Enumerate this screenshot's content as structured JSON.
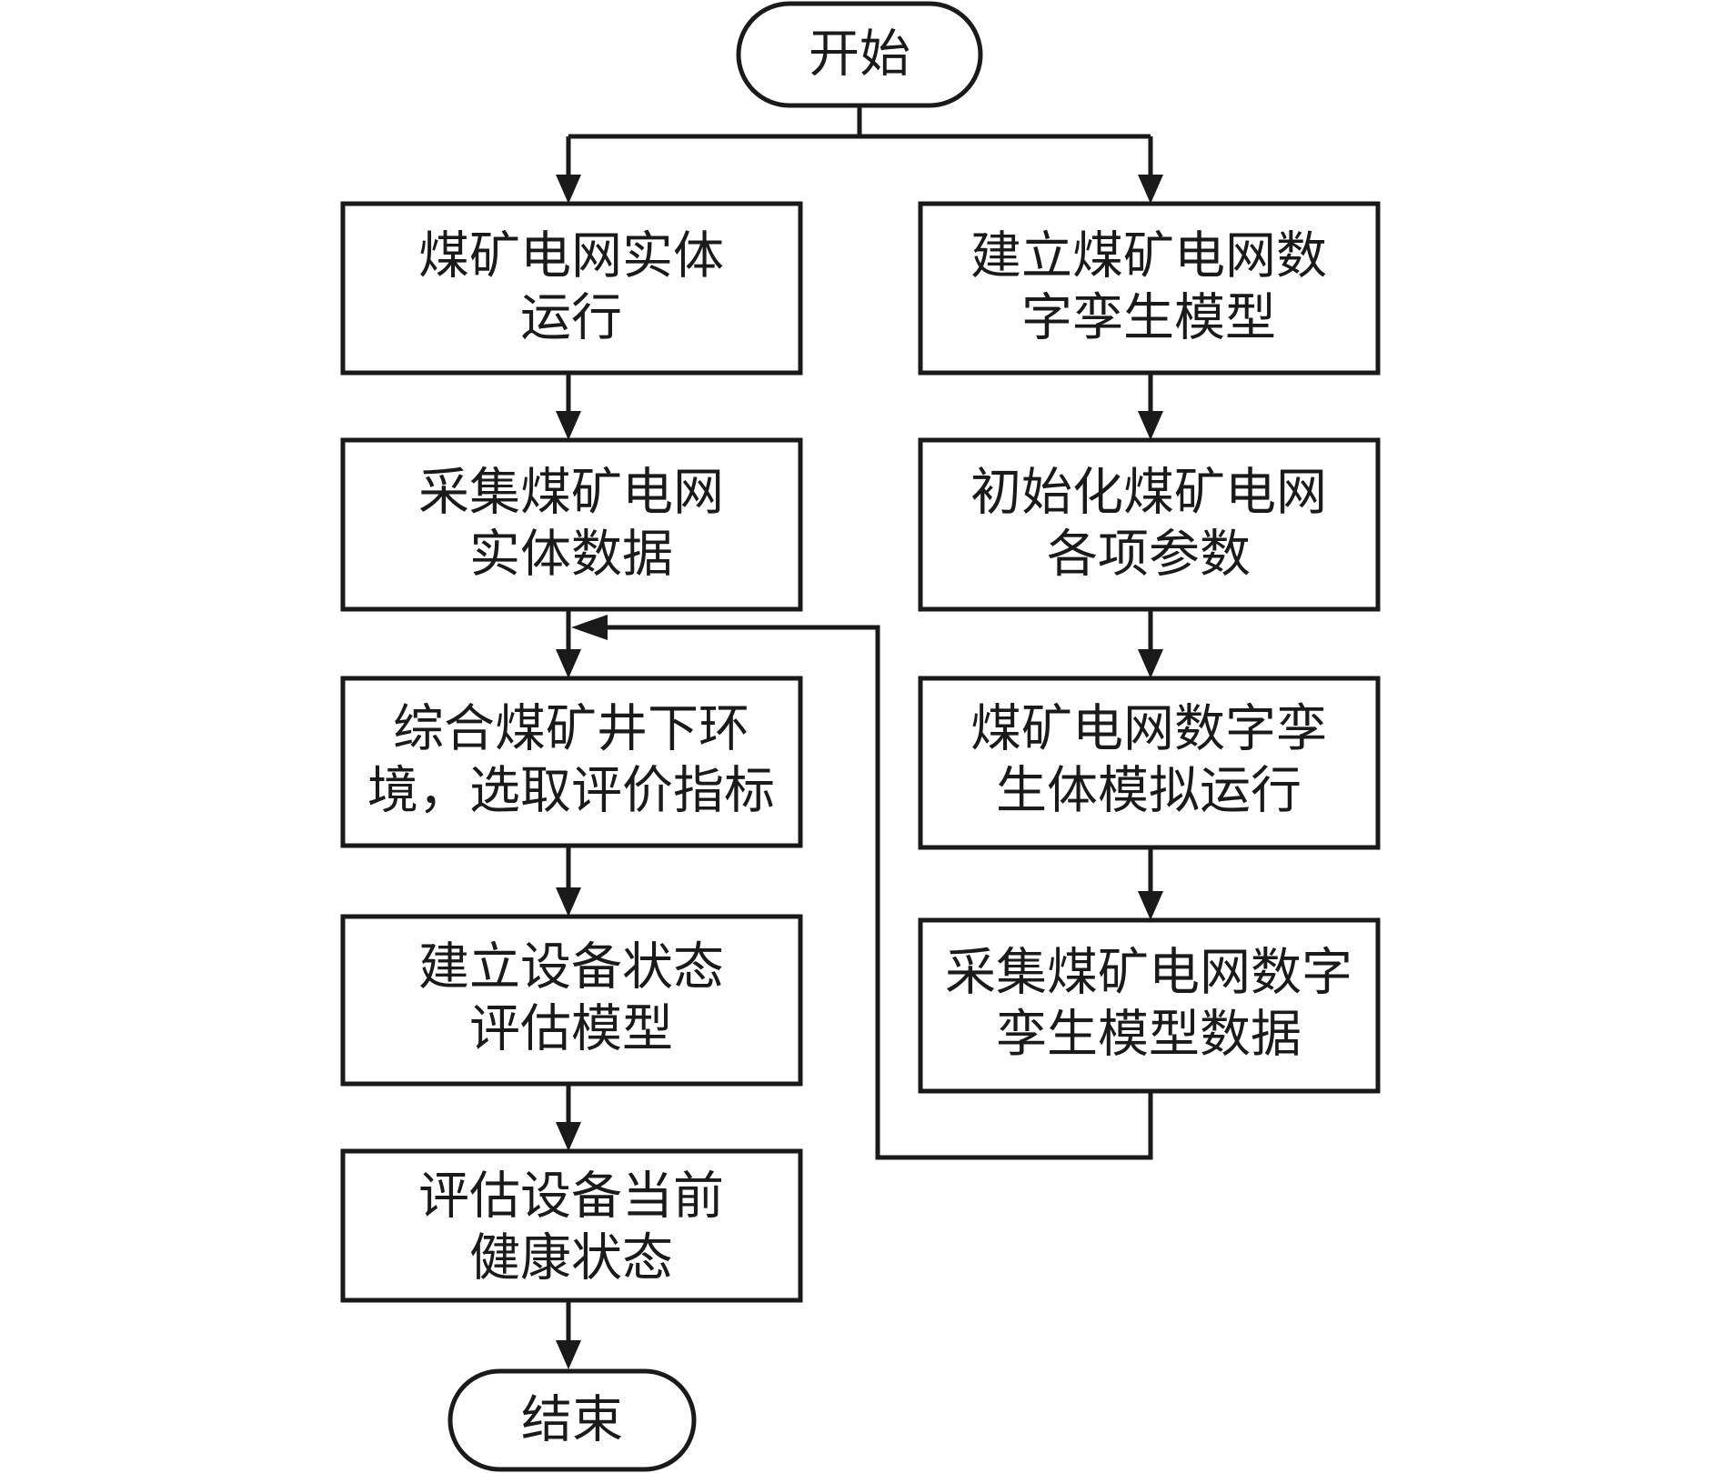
{
  "diagram": {
    "start": "开始",
    "end": "结束",
    "left": [
      [
        "煤矿电网实体",
        "运行"
      ],
      [
        "采集煤矿电网",
        "实体数据"
      ],
      [
        "综合煤矿井下环",
        "境，选取评价指标"
      ],
      [
        "建立设备状态",
        "评估模型"
      ],
      [
        "评估设备当前",
        "健康状态"
      ]
    ],
    "right": [
      [
        "建立煤矿电网数",
        "字孪生模型"
      ],
      [
        "初始化煤矿电网",
        "各项参数"
      ],
      [
        "煤矿电网数字孪",
        "生体模拟运行"
      ],
      [
        "采集煤矿电网数字",
        "孪生模型数据"
      ]
    ],
    "colors": {
      "line": "#1a1a1a",
      "background": "#ffffff"
    }
  }
}
